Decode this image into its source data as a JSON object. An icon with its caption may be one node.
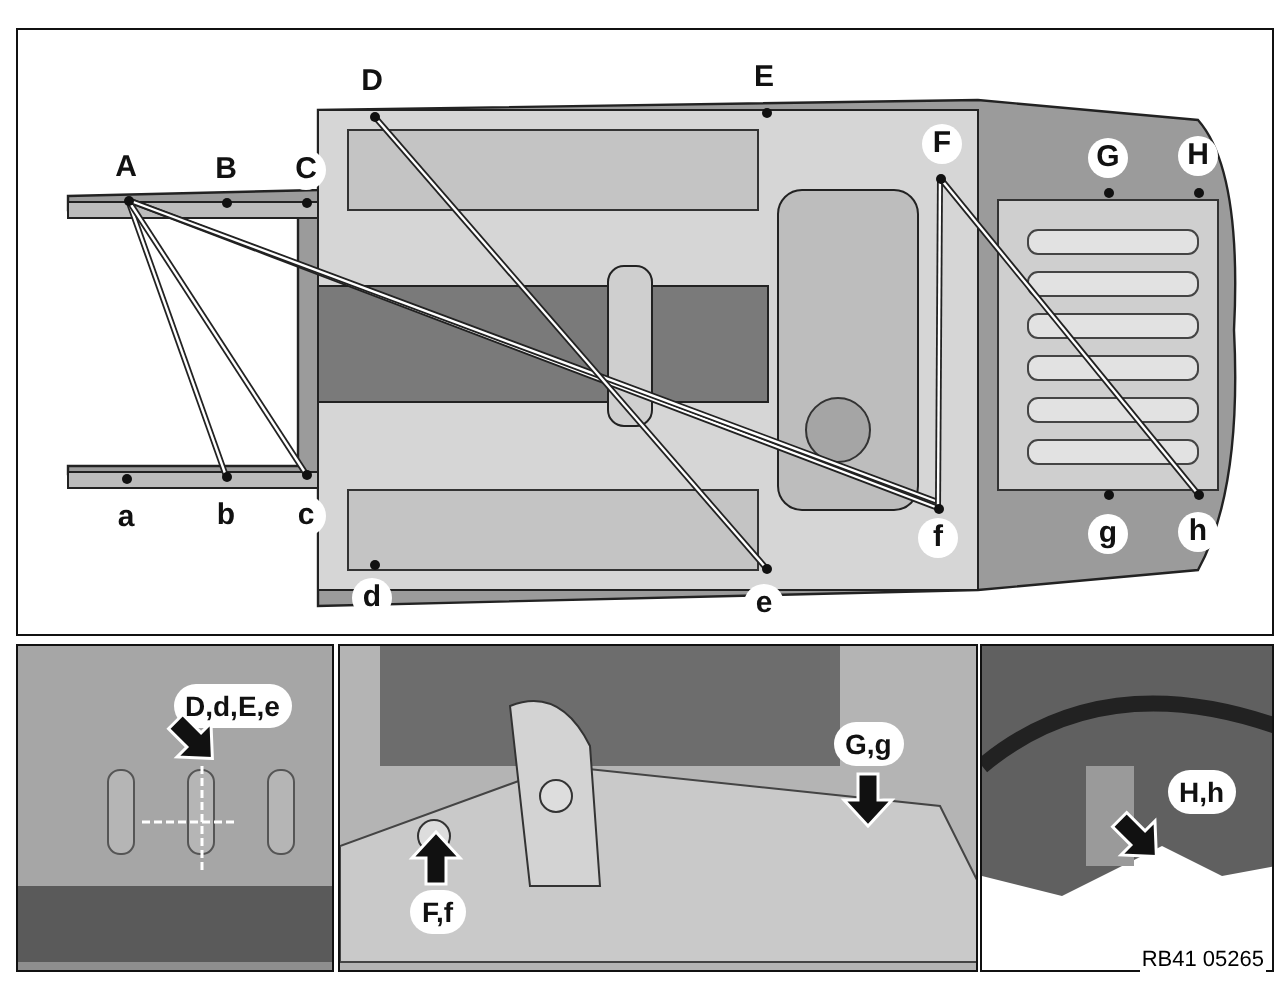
{
  "diagram": {
    "nodes": [
      {
        "text": [],
        "shape": "picture"
      },
      {
        "text": [
          "A"
        ],
        "in": 0
      },
      {
        "text": [
          "B"
        ],
        "in": 0
      },
      {
        "text": [
          "C"
        ],
        "in": 0
      },
      {
        "text": [
          "D"
        ],
        "in": 0
      },
      {
        "text": [
          "E"
        ],
        "in": 0
      },
      {
        "text": [
          "F"
        ],
        "in": 0
      },
      {
        "text": [
          "G"
        ],
        "in": 0
      },
      {
        "text": [
          "H"
        ],
        "in": 0
      },
      {
        "text": [
          "a"
        ],
        "in": 0
      },
      {
        "text": [
          "b"
        ],
        "in": 0
      },
      {
        "text": [
          "c"
        ],
        "in": 0
      },
      {
        "text": [
          "d"
        ],
        "in": 0
      },
      {
        "text": [
          "e"
        ],
        "in": 0
      },
      {
        "text": [
          "f"
        ],
        "in": 0
      },
      {
        "text": [
          "g"
        ],
        "in": 0
      },
      {
        "text": [
          "h"
        ],
        "in": 0
      },
      {
        "text": [],
        "shape": "picture"
      },
      {
        "text": [
          "D,d,E,e"
        ],
        "in": 17
      },
      {
        "text": [],
        "shape": "picture"
      },
      {
        "text": [
          "F,f"
        ],
        "in": 19
      },
      {
        "text": [
          "G,g"
        ],
        "in": 19
      },
      {
        "text": [],
        "shape": "picture"
      },
      {
        "text": [
          "H,h"
        ],
        "in": 22
      }
    ],
    "edges": [
      {
        "from": 1,
        "to": 10,
        "arrow": "none"
      },
      {
        "from": 1,
        "to": 11,
        "arrow": "none"
      },
      {
        "from": 1,
        "to": 14,
        "arrow": "none"
      },
      {
        "from": 1,
        "to": 14,
        "arrow": "none"
      },
      {
        "from": 4,
        "to": 13,
        "arrow": "none"
      },
      {
        "from": 6,
        "to": 14,
        "arrow": "none"
      },
      {
        "from": 6,
        "to": 16,
        "arrow": "none"
      }
    ],
    "labels": [
      "RB41 05265"
    ]
  }
}
